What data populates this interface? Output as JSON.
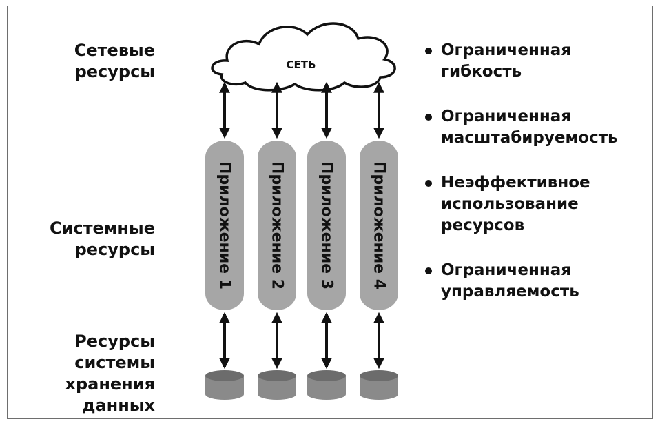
{
  "diagram": {
    "cloud_label": "СЕТЬ",
    "left_labels": {
      "network": [
        "Сетевые",
        "ресурсы"
      ],
      "system": [
        "Системные",
        "ресурсы"
      ],
      "storage": [
        "Ресурсы",
        "системы",
        "хранения",
        "данных"
      ]
    },
    "applications": [
      {
        "label": "Приложение 1"
      },
      {
        "label": "Приложение 2"
      },
      {
        "label": "Приложение 3"
      },
      {
        "label": "Приложение 4"
      }
    ],
    "bullets": [
      {
        "lines": [
          "Ограниченная",
          "гибкость"
        ]
      },
      {
        "lines": [
          "Ограниченная",
          "масштабируемость"
        ]
      },
      {
        "lines": [
          "Неэффективное",
          "использование",
          "ресурсов"
        ]
      },
      {
        "lines": [
          "Ограниченная",
          "управляемость"
        ]
      }
    ],
    "colors": {
      "app_fill": "#a6a6a6",
      "disk_fill": "#8a8a8a",
      "disk_top": "#6c6c6c",
      "arrow": "#111111"
    }
  }
}
